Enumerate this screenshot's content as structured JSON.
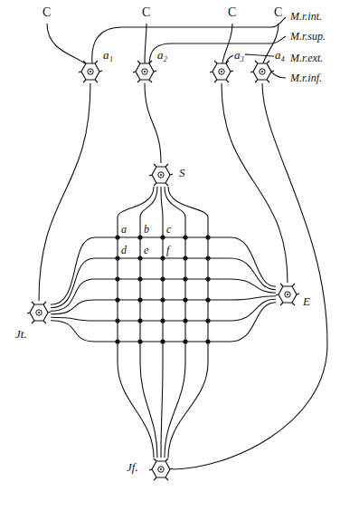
{
  "diagram": {
    "nodes": [
      {
        "text": [
          "a₁"
        ]
      },
      {
        "text": [
          "a₂"
        ]
      },
      {
        "text": [
          "a₃"
        ]
      },
      {
        "text": [
          "a₄"
        ]
      },
      {
        "text": [
          "S"
        ]
      },
      {
        "text": [
          "Jt."
        ]
      },
      {
        "text": [
          "E"
        ]
      },
      {
        "text": [
          "Jf."
        ]
      }
    ],
    "edges": [
      {
        "from": 0,
        "to": 5,
        "arrow": "none"
      },
      {
        "from": 1,
        "to": 4,
        "arrow": "none"
      },
      {
        "from": 2,
        "to": 6,
        "arrow": "none"
      },
      {
        "from": 3,
        "to": 7,
        "arrow": "none"
      },
      {
        "from": 4,
        "to": 7,
        "arrow": "none"
      },
      {
        "from": 4,
        "to": 7,
        "arrow": "none"
      },
      {
        "from": 4,
        "to": 7,
        "arrow": "none"
      },
      {
        "from": 4,
        "to": 7,
        "arrow": "none"
      },
      {
        "from": 4,
        "to": 7,
        "arrow": "none"
      },
      {
        "from": 5,
        "to": 6,
        "arrow": "none"
      },
      {
        "from": 5,
        "to": 6,
        "arrow": "none"
      },
      {
        "from": 5,
        "to": 6,
        "arrow": "none"
      },
      {
        "from": 5,
        "to": 6,
        "arrow": "none"
      },
      {
        "from": 5,
        "to": 6,
        "arrow": "none"
      },
      {
        "from": 5,
        "to": 6,
        "arrow": "none"
      }
    ],
    "labels": [
      "C",
      "C",
      "C",
      "C",
      "M.r.int.",
      "M.r.sup.",
      "M.r.ext.",
      "M.r.inf.",
      "a",
      "b",
      "c",
      "d",
      "e",
      "f"
    ]
  }
}
